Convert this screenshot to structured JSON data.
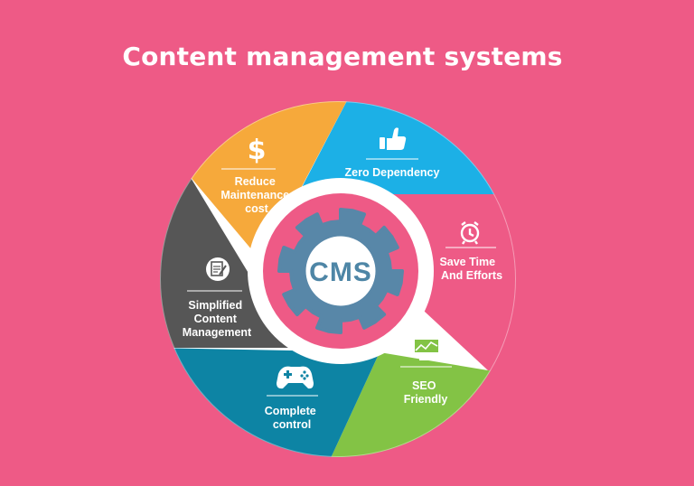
{
  "title": "Content management systems",
  "center": {
    "label": "CMS",
    "icon": "gear-icon"
  },
  "segments": [
    {
      "key": "zero",
      "label_lines": [
        "Zero Dependency"
      ],
      "icon": "thumbs-up-icon",
      "color": "#1cb0e6"
    },
    {
      "key": "save",
      "label_lines": [
        "Save Time",
        "And Efforts"
      ],
      "icon": "alarm-clock-icon",
      "color": "#ee5a86"
    },
    {
      "key": "seo",
      "label_lines": [
        "SEO",
        "Friendly"
      ],
      "icon": "monitor-chart-icon",
      "color": "#83c345"
    },
    {
      "key": "control",
      "label_lines": [
        "Complete",
        "control"
      ],
      "icon": "gamepad-icon",
      "color": "#0e84a4"
    },
    {
      "key": "simplified",
      "label_lines": [
        "Simplified",
        "Content",
        "Management"
      ],
      "icon": "document-edit-icon",
      "color": "#575757"
    },
    {
      "key": "reduce",
      "label_lines": [
        "Reduce",
        "Maintenance",
        "cost"
      ],
      "icon": "dollar-icon",
      "color": "#f6a93b"
    }
  ],
  "colors": {
    "background": "#ee5a86",
    "center_ring": "#ee5a86",
    "gear": "#5887a8",
    "inner_white": "#ffffff"
  }
}
